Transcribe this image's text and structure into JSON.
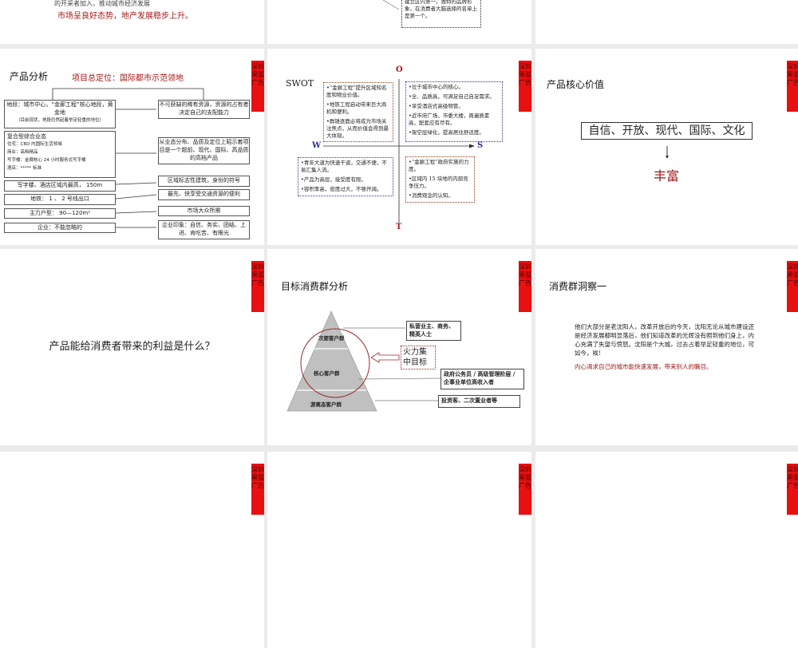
{
  "brand_tab": "深圳黑弧广告",
  "slide_market": {
    "partial_line": "的开采者加入，推动城市经济发展",
    "conclusion": "市场呈良好态势，地产发展稳步上升。"
  },
  "slide_brand": {
    "callout": "建立区内第一，独特的品牌形象，在消费者大脑选择的名单上是第一个。"
  },
  "slide_product": {
    "title": "产品分析",
    "positioning": "项目总定位：国际都市示范领地",
    "left": [
      {
        "main": "地段：城市中心，“金廊工程”核心地段，黄金地",
        "note": "（目前现状，地段仍然起着举足轻重的地位）"
      },
      {
        "main": "复合型综合业态",
        "items": [
          "住宅：CBD 内国际生活领域",
          "商业：高档精品",
          "写字楼：金廊核心 24 小时服务式写字楼",
          "酒店：***** 标准"
        ]
      },
      {
        "main": "写字楼、酒店区域内最高， 150m"
      },
      {
        "main": "地铁： 1 、 2 号线出口"
      },
      {
        "main": "主力户型： 90—120m²"
      },
      {
        "main": "企业：不能忽略的"
      }
    ],
    "right": [
      "不可获缺的稀有资源，资源的占有者决定自己的支配能力",
      "从业态分布、品质及定位上昭示着项目是一个超前、现代、国际、高品质的高档产品",
      "区域标志性建筑，身份的符号",
      "最先、快享受交通资源的便利",
      "市场大众所需",
      "企业印象：自信、务实、团结、上进、肯吃苦、有眼光"
    ]
  },
  "slide_swot": {
    "title": "SWOT",
    "axis": {
      "o": "O",
      "t": "T",
      "w": "W",
      "s": "S"
    },
    "o_box": [
      "•“金廊工程”提升区域知名度和物业价值。",
      "•地铁工程启动带来巨大商机和便利。",
      "•群雄逐鹿必将成为市场关注焦点，从而价值会得到最大体现。"
    ],
    "s_box": [
      "•位于城市中心的核心。",
      "•全、品质高，可满足自己自足需求。",
      "•享受酒店式高级物管。",
      "•近市府广场、市委大楼，周遍质素高，配套应有尽有。",
      "•架空层绿化，提高居住舒适度。"
    ],
    "w_box": [
      "•青年大道为快速干道，交通不便，不易汇集人流。",
      "•产品为高层，接受度有限。",
      "•容积率高，密度过大，不够开阔。"
    ],
    "t_box": [
      "•“金廊工程”政府实施的力度。",
      "•区域内 15 块地的内部竞争压力。",
      "•消费观念的认知。"
    ]
  },
  "slide_core_value": {
    "title": "产品核心价值",
    "values": "自信、开放、现代、国际、文化",
    "result": "丰富"
  },
  "slide_benefit": {
    "question": "产品能给消费者带来的利益是什么？"
  },
  "slide_target": {
    "title": "目标消费群分析",
    "tiers": [
      "次要客户群",
      "核心客户群",
      "游离态客户群"
    ],
    "focus": "火力集中目标",
    "labels": [
      "私营业主、商务、精英人士",
      "政府公务员 / 高级管理阶层 / 企事业单位高收入者",
      "投资客、二次置业者等"
    ]
  },
  "slide_insight": {
    "title": "消费群洞察一",
    "body": "他们大部分是老沈阳人，改革开放后的今天，沈阳无论从城市建设还是经济发展都明显落后，他们知道改革的光辉没有照到他们身上，内心充满了失望与愤怒。沈阳是个大城，过去占着举足轻重的地位，可如今，唉!",
    "highlight": "内心渴求自己的城市能快速发展，带来别人的瞩目。"
  },
  "colors": {
    "accent_red": "#a01818",
    "tab_red": "#e81010",
    "blue_box": "#3030a0",
    "brown_box": "#8a3a1a",
    "background": "#ebebeb"
  }
}
